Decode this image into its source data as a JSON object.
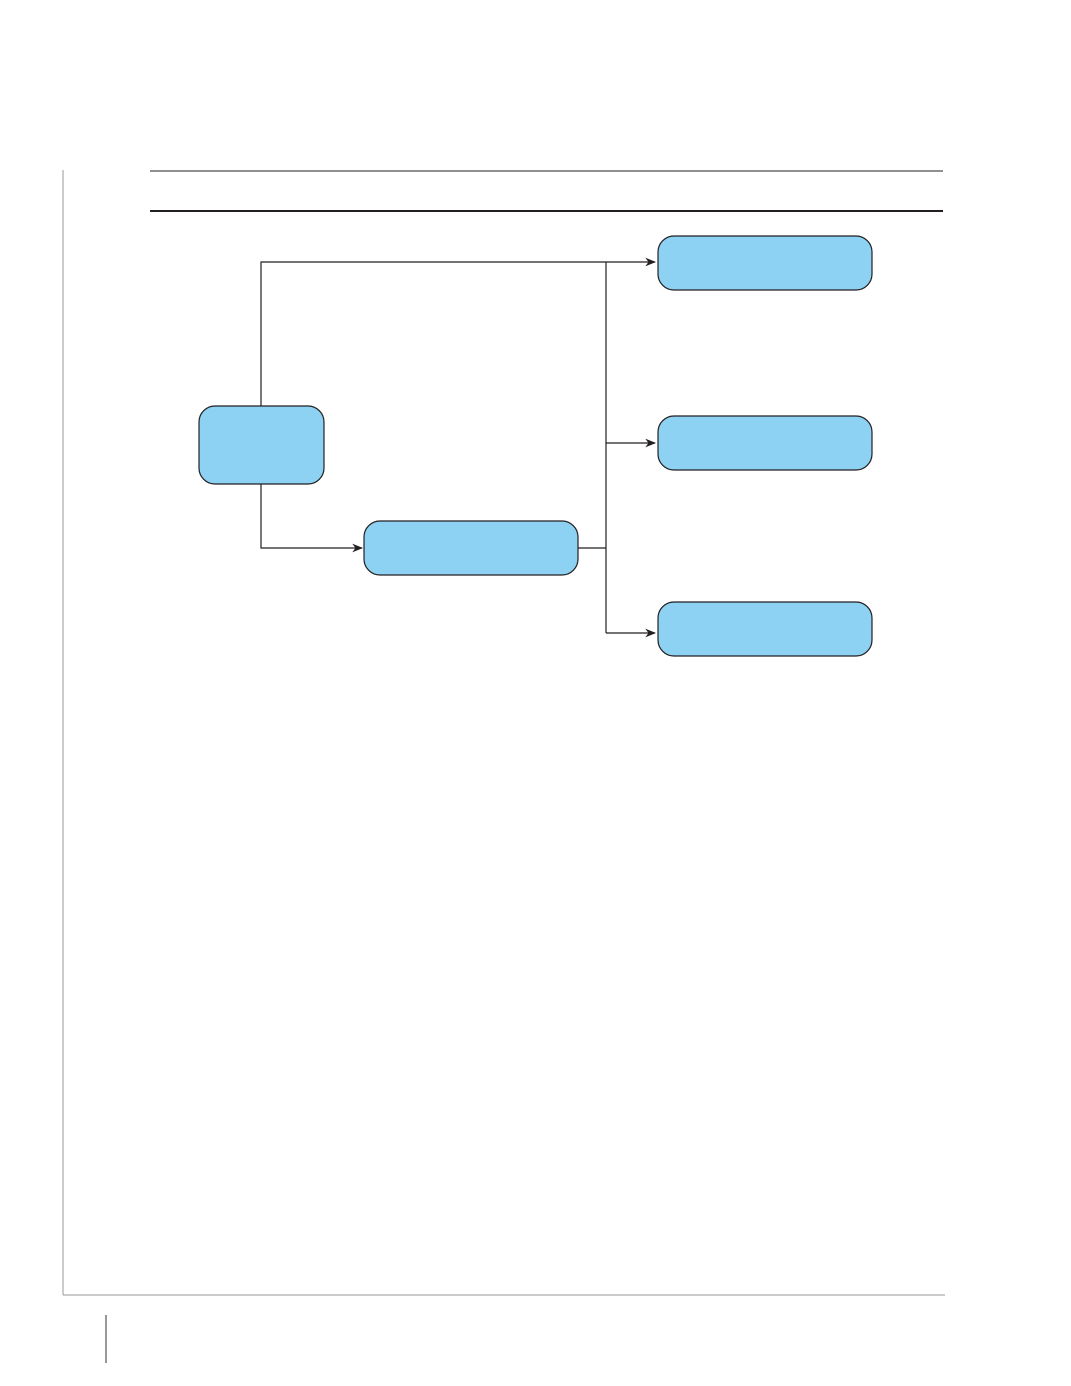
{
  "diagram": {
    "nodes": [
      {
        "id": "source",
        "label": ""
      },
      {
        "id": "intermediate",
        "label": ""
      },
      {
        "id": "target-top",
        "label": ""
      },
      {
        "id": "target-middle",
        "label": ""
      },
      {
        "id": "target-bottom",
        "label": ""
      }
    ],
    "edges": [
      {
        "from": "source",
        "to": "target-top"
      },
      {
        "from": "source",
        "to": "intermediate"
      },
      {
        "from": "intermediate",
        "to": "target-top"
      },
      {
        "from": "intermediate",
        "to": "target-middle"
      },
      {
        "from": "intermediate",
        "to": "target-bottom"
      }
    ]
  },
  "colors": {
    "node_fill": "#8dd1f3",
    "stroke": "#231f20",
    "margin": "#9a9a9a"
  }
}
